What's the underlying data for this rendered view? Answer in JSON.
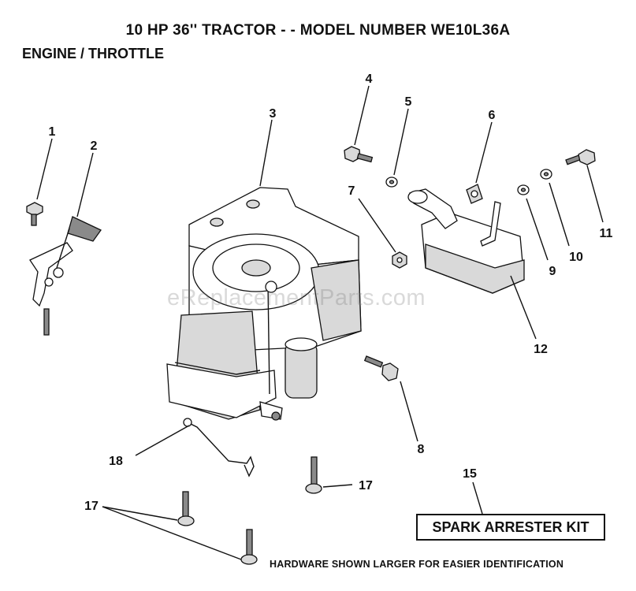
{
  "header": {
    "title": "10 HP 36'' TRACTOR - - MODEL NUMBER WE10L36A",
    "subtitle": "ENGINE / THROTTLE"
  },
  "callouts": {
    "c1": "1",
    "c2": "2",
    "c3": "3",
    "c4": "4",
    "c5": "5",
    "c6": "6",
    "c7": "7",
    "c8": "8",
    "c9": "9",
    "c10": "10",
    "c11": "11",
    "c12": "12",
    "c15": "15",
    "c17a": "17",
    "c17b": "17",
    "c18": "18"
  },
  "kit_label": "SPARK ARRESTER KIT",
  "footer_note": "HARDWARE SHOWN LARGER FOR EASIER IDENTIFICATION",
  "watermark": "eReplacementParts.com"
}
